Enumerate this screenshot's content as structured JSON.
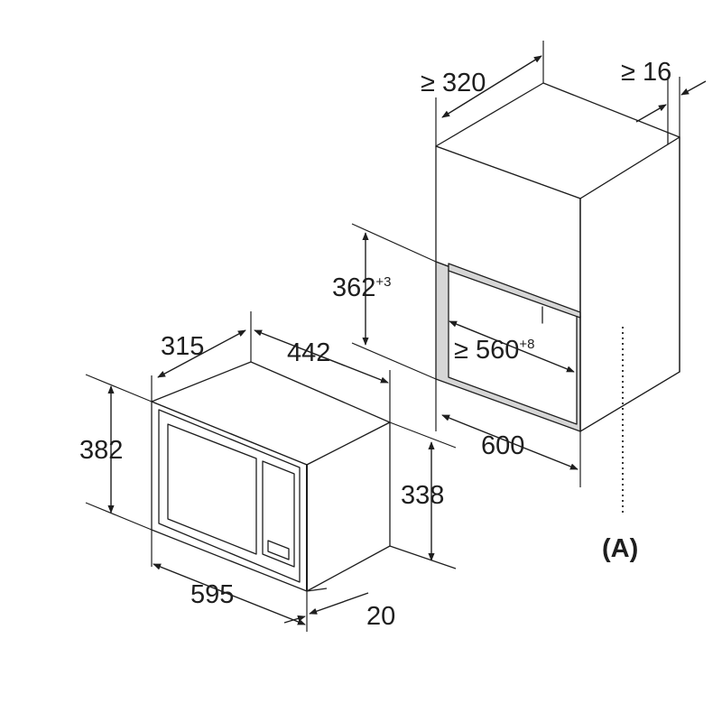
{
  "dimensions": {
    "oven_depth": "315",
    "oven_width_top": "442",
    "oven_total_height": "382",
    "oven_body_height": "338",
    "oven_front_width": "595",
    "front_thickness": "20",
    "niche_depth": "≥ 320",
    "rear_gap": "≥ 16",
    "niche_height": "362",
    "niche_height_tol": "+3",
    "niche_width": "≥ 560",
    "niche_width_tol": "+8",
    "cabinet_width": "600",
    "marker": "(A)"
  },
  "colors": {
    "line": "#1e1e1e",
    "shade": "#d6d6d6",
    "background": "#ffffff"
  },
  "icons": {
    "arrowhead": "filled-triangle"
  }
}
